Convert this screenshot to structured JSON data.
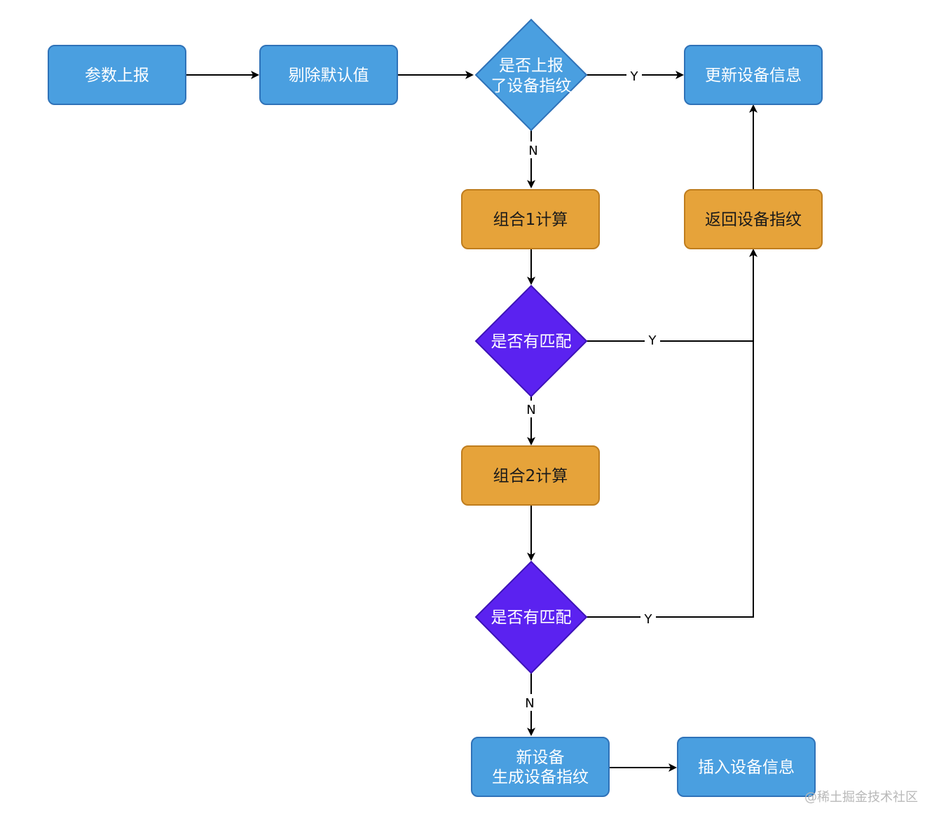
{
  "nodes": {
    "param_report": "参数上报",
    "remove_default": "剔除默认值",
    "reported_question_line1": "是否上报",
    "reported_question_line2": "了设备指纹",
    "update_device": "更新设备信息",
    "combo1": "组合1计算",
    "return_fingerprint": "返回设备指纹",
    "match_question_1": "是否有匹配",
    "combo2": "组合2计算",
    "match_question_2": "是否有匹配",
    "new_device_line1": "新设备",
    "new_device_line2": "生成设备指纹",
    "insert_device": "插入设备信息"
  },
  "edge_labels": {
    "yes": "Y",
    "no": "N"
  },
  "watermark": "@稀土掘金技术社区",
  "colors": {
    "process_blue": "#4a9fe0",
    "process_orange": "#e6a33a",
    "decision_blue": "#4a9fe0",
    "decision_purple": "#5b22f0"
  }
}
